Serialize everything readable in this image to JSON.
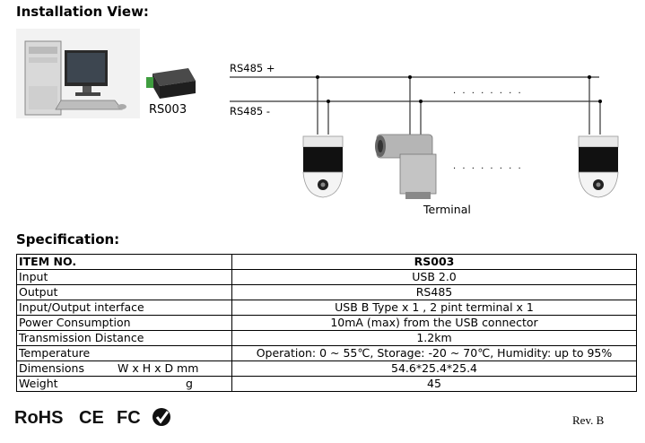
{
  "installation": {
    "title": "Installation View:",
    "rs485_plus": "RS485 +",
    "rs485_minus": "RS485 -",
    "device_label": "RS003",
    "terminal_label": "Terminal",
    "ellipsis": ". . . . . . . ."
  },
  "specification": {
    "title": "Specification:",
    "header": {
      "item": "ITEM NO.",
      "value": "RS003"
    },
    "rows": [
      {
        "label": "Input",
        "note": "",
        "value": "USB 2.0"
      },
      {
        "label": "Output",
        "note": "",
        "value": "RS485"
      },
      {
        "label": "Input/Output interface",
        "note": "",
        "value": "USB B Type x 1 , 2 pint terminal x 1"
      },
      {
        "label": "Power Consumption",
        "note": "",
        "value": "10mA (max) from the USB connector"
      },
      {
        "label": "Transmission Distance",
        "note": "",
        "value": "1.2km"
      },
      {
        "label": "Temperature",
        "note": "",
        "value": "Operation: 0 ~ 55℃, Storage: -20 ~ 70℃, Humidity: up to 95%"
      },
      {
        "label": "Dimensions",
        "note": "W x H x D mm",
        "value": "54.6*25.4*25.4"
      },
      {
        "label": "Weight",
        "note": "g",
        "value": "45"
      }
    ]
  },
  "footer": {
    "rohs": "RoHS",
    "ce": "CE",
    "fc": "FC",
    "rev": "Rev. B"
  }
}
